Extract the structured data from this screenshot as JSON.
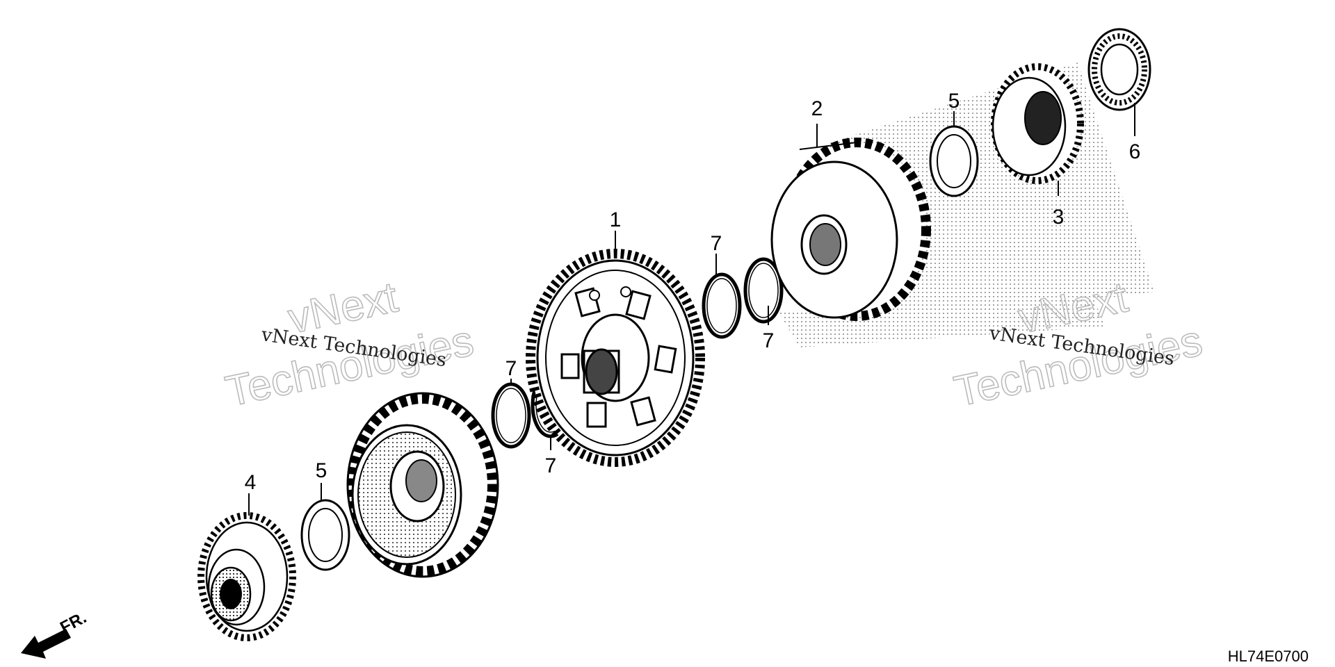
{
  "callouts": {
    "c1": "1",
    "c2": "2",
    "c3": "3",
    "c4": "4",
    "c5a": "5",
    "c5b": "5",
    "c6": "6",
    "c7a": "7",
    "c7b": "7",
    "c7c": "7",
    "c7d": "7"
  },
  "watermark": {
    "left_line1": "vNext Technologies",
    "left_big1": "vNext",
    "left_big2": "Technologies",
    "right_line1": "vNext Technologies",
    "right_big1": "vNext",
    "right_big2": "Technologies"
  },
  "direction": {
    "label": "FR."
  },
  "diagram_code": "HL74E0700"
}
